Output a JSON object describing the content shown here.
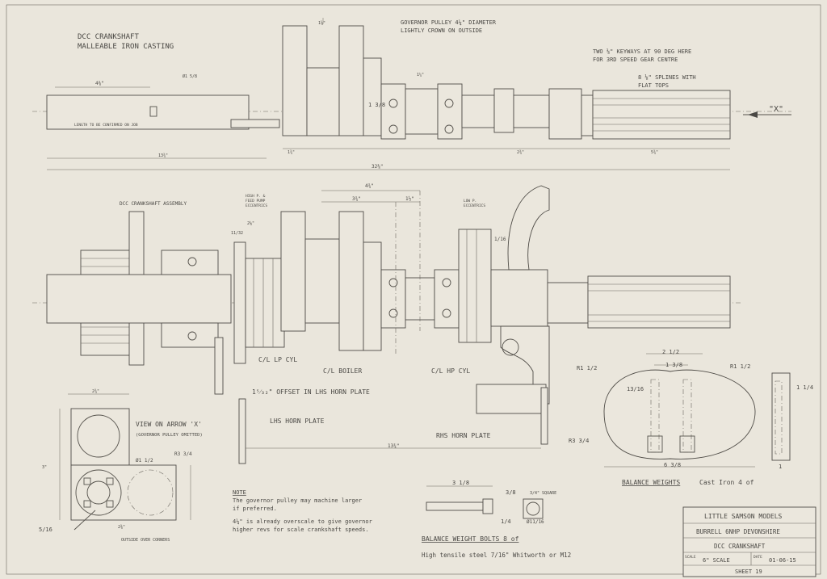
{
  "titles": {
    "top_heading_1": "DCC CRANKSHAFT",
    "top_heading_2": "MALLEABLE IRON CASTING",
    "assembly_heading": "DCC CRANKSHAFT ASSEMBLY",
    "view_heading_1": "VIEW ON ARROW 'X'",
    "view_heading_2": "(GOVERNOR PULLEY OMITTED)"
  },
  "notes": {
    "governor_pulley_1": "GOVERNOR PULLEY 4¼\" DIAMETER",
    "governor_pulley_2": "LIGHTLY CROWN ON OUTSIDE",
    "keyways_1": "TWO ⅛\" KEYWAYS AT 90 DEG HERE",
    "keyways_2": "FOR 3RD SPEED GEAR CENTRE",
    "splines_1": "8  ⅛\" SPLINES WITH",
    "splines_2": "FLAT TOPS",
    "length_confirm": "LENGTH TO BE CONFIRMED ON JOB",
    "arrow_x": "\"X\"",
    "hp_pump_1": "HIGH P. &",
    "hp_pump_2": "FEED PUMP",
    "hp_pump_3": "ECCENTRICS",
    "lp_ecc_1": "LOW P.",
    "lp_ecc_2": "ECCENTRICS",
    "cl_lp": "C/L  LP CYL",
    "cl_boiler": "C/L BOILER",
    "cl_hp": "C/L  HP CYL",
    "offset": "1⁵⁄₃₂\" OFFSET IN LHS HORN PLATE",
    "lhs_horn": "LHS HORN PLATE",
    "rhs_horn": "RHS HORN PLATE",
    "outside_corners": "OUTSIDE OVER CORNERS",
    "note_heading": "NOTE",
    "note_1": "The governor pulley may machine larger",
    "note_2": "if preferred.",
    "note_3": "4¼\" is already overscale to give governor",
    "note_4": "higher revs for scale crankshaft speeds.",
    "bolts_heading": "BALANCE WEIGHT BOLTS  8 of",
    "bolts_material": "High tensile steel  7/16\" Whitworth or M12",
    "square": "3/4\" SQUARE",
    "weights_heading": "BALANCE WEIGHTS",
    "weights_material": "Cast Iron 4 of"
  },
  "dimensions": {
    "d_4_3_8": "4⅜\"",
    "d_1_5_8": "Ø1 5/8",
    "d_1_3_8": "1 3/8",
    "d_1_5_8b": "1⅝\"",
    "d_1_1_4": "1¼\"",
    "d_1_3_4": "1¾\"",
    "d_13_4": "13¾\"",
    "d_32_3_4": "32⅜\"",
    "d_5_3_4": "5¾\"",
    "d_2_3_4": "2¾\"",
    "d_4_3_4": "4¾\"",
    "d_3_3_4": "3¾\"",
    "d_1_1_2": "1½\"",
    "d_2_1_8": "2⅛\"",
    "d_11_32": "11/32",
    "d_1_16": "1/16",
    "d_2_3_4b": "2¾\"",
    "d_3": "3\"",
    "d_dia_1_1_2": "Ø1 1/2",
    "d_r3_3_4": "R3 3/4",
    "d_5_16": "5/16",
    "d_2_3_8": "2⅜\"",
    "d_3_8": "3/8",
    "d_3_1_8": "3 1/8",
    "d_1_4": "1/4",
    "d_dia_11_16": "Ø11/16",
    "d_2_1_2": "2 1/2",
    "d_1_3_8b": "1 3/8",
    "d_r1_1_2": "R1 1/2",
    "d_r1_1_2b": "R1 1/2",
    "d_13_16": "13/16",
    "d_r3_3_4b": "R3 3/4",
    "d_6_3_8": "6 3/8",
    "d_1_1_4b": "1 1/4",
    "d_1": "1"
  },
  "title_block": {
    "company": "LITTLE SAMSON MODELS",
    "engine": "BURRELL 6NHP DEVONSHIRE",
    "part": "DCC   CRANKSHAFT",
    "scale_label": "SCALE",
    "scale_value": "6\" SCALE",
    "date_label": "DATE",
    "date_value": "01-06-15",
    "sheet": "SHEET 19"
  }
}
